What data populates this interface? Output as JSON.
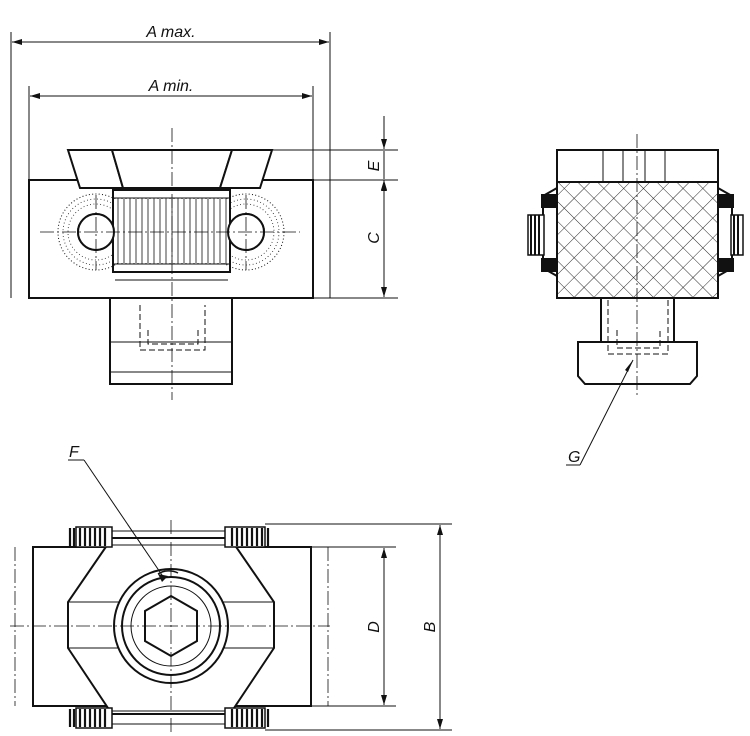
{
  "labels": {
    "a_max": "A max.",
    "a_min": "A min.",
    "e": "E",
    "c": "C",
    "g": "G",
    "f": "F",
    "d": "D",
    "b": "B"
  },
  "colors": {
    "line": "#111111",
    "background": "#ffffff"
  }
}
